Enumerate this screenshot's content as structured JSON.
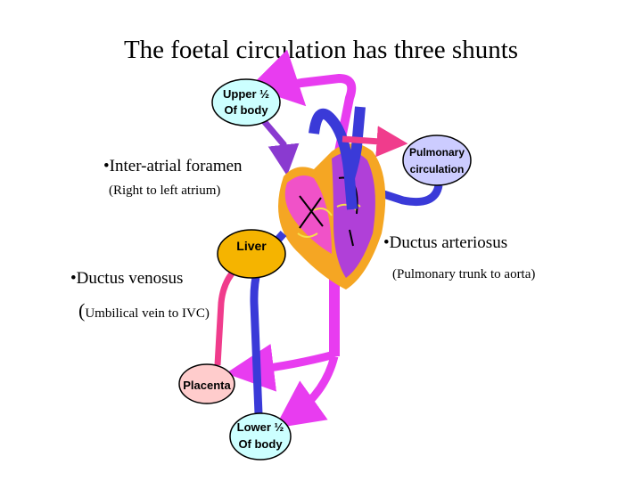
{
  "title": "The foetal circulation has three shunts",
  "shunts": {
    "foramen": {
      "name": "•Inter-atrial foramen",
      "desc": "(Right to left atrium)"
    },
    "arteriosus": {
      "name": "•Ductus arteriosus",
      "desc": "(Pulmonary trunk to aorta)"
    },
    "venosus": {
      "name": "•Ductus venosus",
      "desc_paren": "(",
      "desc_rest": "Umbilical vein to IVC)"
    }
  },
  "nodes": {
    "upper_body": {
      "line1": "Upper ½",
      "line2": "Of body"
    },
    "pulmonary": {
      "line1": "Pulmonary",
      "line2": "circulation"
    },
    "liver": {
      "label": "Liver"
    },
    "placenta": {
      "label": "Placenta"
    },
    "lower_body": {
      "line1": "Lower ½",
      "line2": "Of body"
    }
  },
  "colors": {
    "magenta": "#e83cf0",
    "blue": "#3a3ad8",
    "pink": "#f03c8c",
    "purple": "#8a3ad0",
    "heart_orange": "#f5a623",
    "heart_magenta": "#f052c8",
    "heart_violet": "#b040d8",
    "upper_fill": "#ccffff",
    "pulm_fill": "#ccccff",
    "liver_fill": "#f5b400",
    "placenta_fill": "#ffcccc",
    "lower_fill": "#ccffff"
  }
}
